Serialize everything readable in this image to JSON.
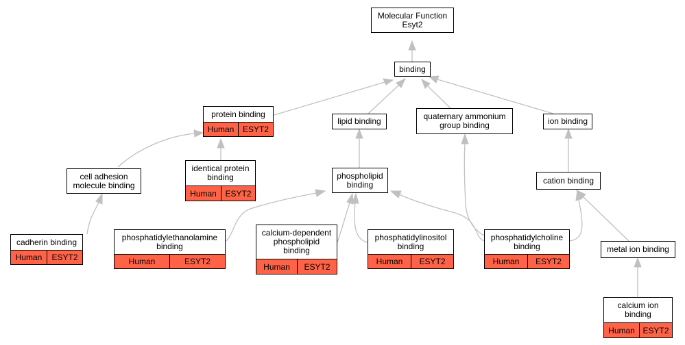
{
  "colors": {
    "annotation_fill": "#ff6347",
    "edge": "#c0c0c0",
    "border": "#000000"
  },
  "nodes": {
    "mf": {
      "lines": [
        "Molecular Function",
        "Esyt2"
      ]
    },
    "binding": {
      "lines": [
        "binding"
      ]
    },
    "protein": {
      "lines": [
        "protein binding"
      ],
      "species": "Human",
      "gene": "ESYT2"
    },
    "lipid": {
      "lines": [
        "lipid binding"
      ]
    },
    "quaternary": {
      "lines": [
        "quaternary ammonium",
        "group binding"
      ]
    },
    "ion": {
      "lines": [
        "ion binding"
      ]
    },
    "celladhesion": {
      "lines": [
        "cell adhesion",
        "molecule binding"
      ]
    },
    "identical": {
      "lines": [
        "identical protein",
        "binding"
      ],
      "species": "Human",
      "gene": "ESYT2"
    },
    "phospholipid": {
      "lines": [
        "phospholipid",
        "binding"
      ]
    },
    "cation": {
      "lines": [
        "cation binding"
      ]
    },
    "cadherin": {
      "lines": [
        "cadherin binding"
      ],
      "species": "Human",
      "gene": "ESYT2"
    },
    "pe": {
      "lines": [
        "phosphatidylethanolamine",
        "binding"
      ],
      "species": "Human",
      "gene": "ESYT2"
    },
    "calcium_dep": {
      "lines": [
        "calcium-dependent",
        "phospholipid",
        "binding"
      ],
      "species": "Human",
      "gene": "ESYT2"
    },
    "pi": {
      "lines": [
        "phosphatidylinositol",
        "binding"
      ],
      "species": "Human",
      "gene": "ESYT2"
    },
    "pc": {
      "lines": [
        "phosphatidylcholine",
        "binding"
      ],
      "species": "Human",
      "gene": "ESYT2"
    },
    "metal": {
      "lines": [
        "metal ion binding"
      ]
    },
    "calcium_ion": {
      "lines": [
        "calcium ion",
        "binding"
      ],
      "species": "Human",
      "gene": "ESYT2"
    }
  }
}
